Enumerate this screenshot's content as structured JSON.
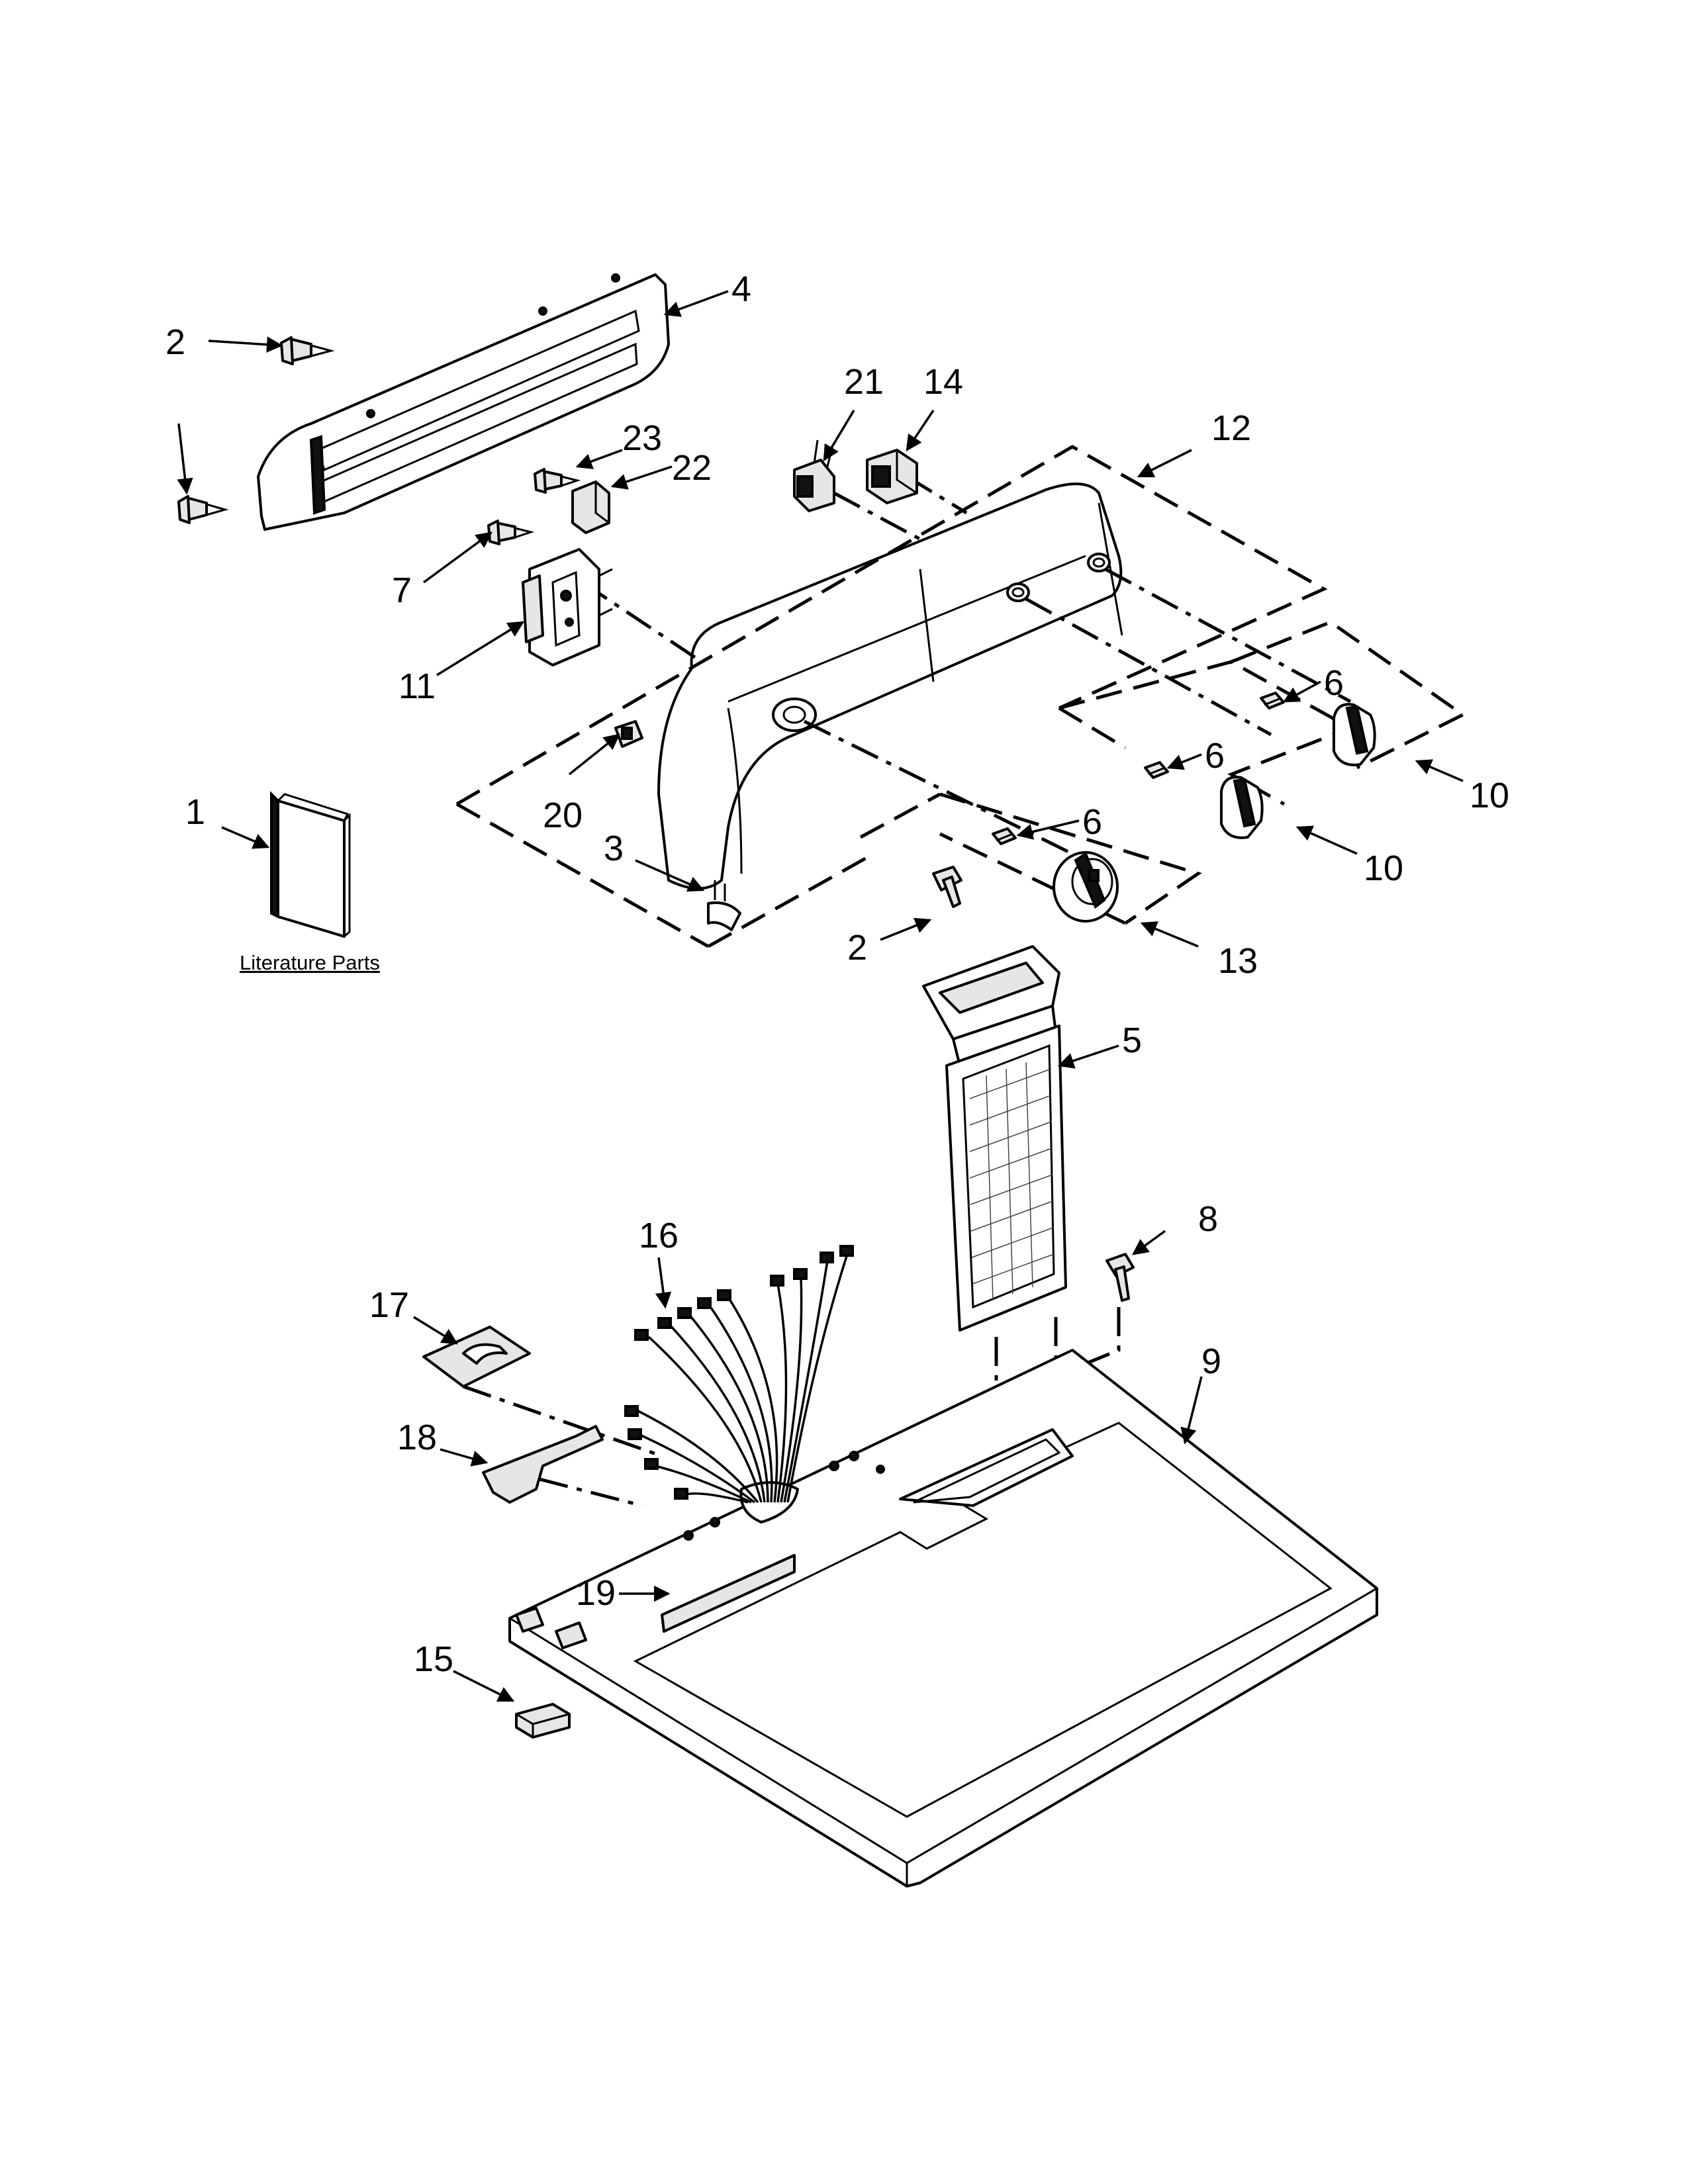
{
  "diagram": {
    "literature_caption": "Literature Parts",
    "callouts": [
      {
        "id": "c4",
        "label": "4"
      },
      {
        "id": "c2a",
        "label": "2"
      },
      {
        "id": "c21",
        "label": "21"
      },
      {
        "id": "c14",
        "label": "14"
      },
      {
        "id": "c12",
        "label": "12"
      },
      {
        "id": "c23",
        "label": "23"
      },
      {
        "id": "c22",
        "label": "22"
      },
      {
        "id": "c7",
        "label": "7"
      },
      {
        "id": "c11",
        "label": "11"
      },
      {
        "id": "c6a",
        "label": "6"
      },
      {
        "id": "c6b",
        "label": "6"
      },
      {
        "id": "c6c",
        "label": "6"
      },
      {
        "id": "c10a",
        "label": "10"
      },
      {
        "id": "c10b",
        "label": "10"
      },
      {
        "id": "c1",
        "label": "1"
      },
      {
        "id": "c20",
        "label": "20"
      },
      {
        "id": "c3",
        "label": "3"
      },
      {
        "id": "c2b",
        "label": "2"
      },
      {
        "id": "c13",
        "label": "13"
      },
      {
        "id": "c5",
        "label": "5"
      },
      {
        "id": "c16",
        "label": "16"
      },
      {
        "id": "c8",
        "label": "8"
      },
      {
        "id": "c17",
        "label": "17"
      },
      {
        "id": "c9",
        "label": "9"
      },
      {
        "id": "c18",
        "label": "18"
      },
      {
        "id": "c19",
        "label": "19"
      },
      {
        "id": "c15",
        "label": "15"
      }
    ]
  }
}
